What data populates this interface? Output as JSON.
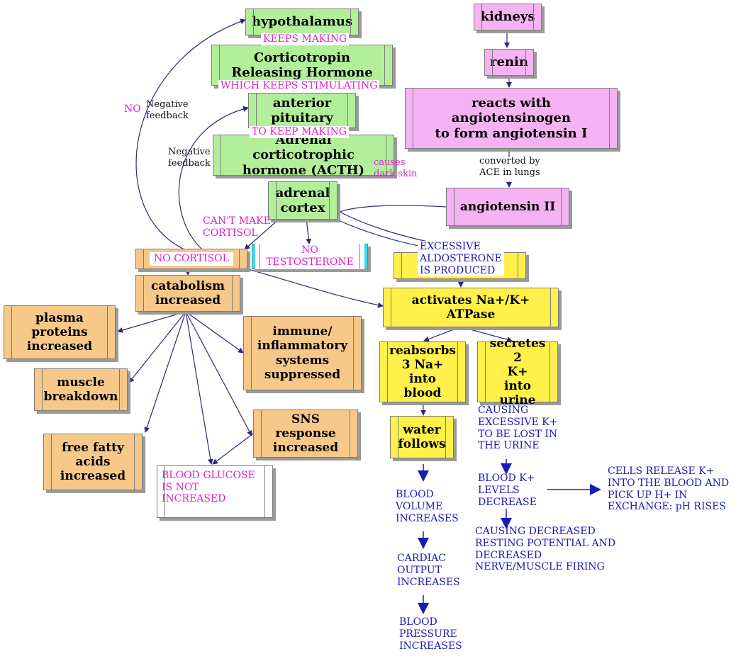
{
  "nodes": {
    "hypothalamus": "hypothalamus",
    "crh": "Corticotropin\nReleasing Hormone",
    "anterior_pituitary": "anterior\npituitary",
    "acth": "Adrenal corticotrophic\nhormone (ACTH)",
    "adrenal_cortex": "adrenal\ncortex",
    "no_cortisol": "NO CORTISOL",
    "no_testosterone": "NO TESTOSTERONE",
    "catabolism": "catabolism\nincreased",
    "plasma_proteins": "plasma\nproteins\nincreased",
    "muscle_breakdown": "muscle\nbreakdown",
    "free_fatty_acids": "free fatty\nacids\nincreased",
    "immune": "immune/\ninflammatory\nsystems\nsuppressed",
    "sns": "SNS response\nincreased",
    "blood_glucose": "BLOOD GLUCOSE\nIS NOT\nINCREASED",
    "kidneys": "kidneys",
    "renin": "renin",
    "angiotensinogen": "reacts with\nangiotensinogen\nto form angiotensin I",
    "angiotensin_ii": "angiotensin II",
    "aldosterone": "EXCESSIVE\nALDOSTERONE\nIS PRODUCED",
    "atpase": "activates Na+/K+\nATPase",
    "reabsorbs": "reabsorbs\n3 Na+\ninto blood",
    "secretes": "secretes 2\nK+\ninto urine",
    "water": "water\nfollows"
  },
  "labels": {
    "keeps_making": "KEEPS MAKING",
    "which_keeps_stimulating": "WHICH KEEPS STIMULATING",
    "to_keep_making": "TO KEEP MAKING",
    "causes_dark_skin": "causes\ndark skin",
    "cant_make_cortisol": "CAN'T MAKE\nCORTISOL",
    "no": "NO",
    "negative_feedback_1": "Negative\nfeedback",
    "negative_feedback_2": "Negative\nfeedback",
    "converted_by_ace": "converted by\nACE in lungs",
    "causing_excessive_k": "CAUSING\nEXCESSIVE K+\nTO BE LOST IN\nTHE URINE",
    "blood_k_levels": "BLOOD K+\nLEVELS\nDECREASE",
    "cells_release_k": "CELLS RELEASE K+\nINTO THE BLOOD AND\nPICK UP H+ IN\nEXCHANGE: pH RISES",
    "causing_decreased": "CAUSING DECREASED\nRESTING POTENTIAL AND\nDECREASED\nNERVE/MUSCLE FIRING",
    "blood_volume": "BLOOD\nVOLUME\nINCREASES",
    "cardiac_output": "CARDIAC\nOUTPUT\nINCREASES",
    "blood_pressure": "BLOOD\nPRESSURE\nINCREASES"
  },
  "colors": {
    "green": "#b3ef9b",
    "pink": "#f5b3f3",
    "orange": "#f6c889",
    "yellow": "#fff14a",
    "cyan": "#33e0ef",
    "magenta_text": "#e020d2",
    "blue_text": "#1a1ab4",
    "arrow_line": "#2b2b7a"
  }
}
